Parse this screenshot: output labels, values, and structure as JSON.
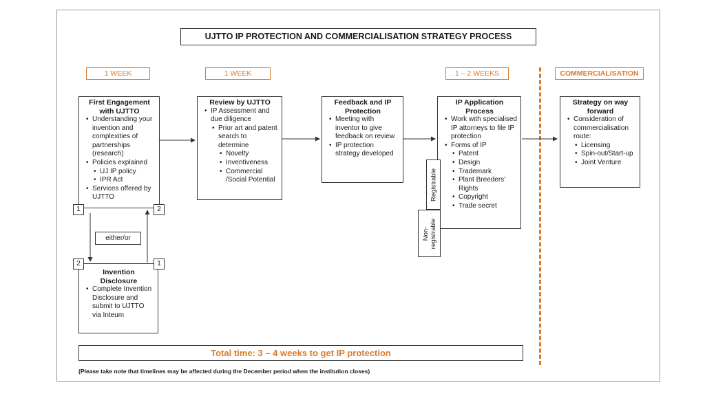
{
  "title": "UJTTO IP PROTECTION AND COMMERCIALISATION STRATEGY PROCESS",
  "timelines": {
    "week1": "1 WEEK",
    "week2": "1 WEEK",
    "weeks12": "1 – 2 WEEKS",
    "commercialisation": "COMMERCIALISATION"
  },
  "first_engagement": {
    "title": "First Engagement with UJTTO",
    "items": [
      "Understanding your invention and complexities of partnerships (research)",
      "Policies explained",
      "Services offered by UJTTO"
    ],
    "sub_items": [
      "UJ IP policy",
      "IPR Act"
    ]
  },
  "review": {
    "title": "Review by UJTTO",
    "item1": "IP Assessment and due diligence",
    "item2": "Prior art and patent search to determine",
    "criteria": [
      "Novelty",
      "Inventiveness",
      "Commercial /Social Potential"
    ]
  },
  "feedback": {
    "title": "Feedback and IP Protection",
    "items": [
      "Meeting with inventor to give feedback on review",
      "IP protection strategy developed"
    ]
  },
  "ip_application": {
    "title": "IP Application Process",
    "items": [
      "Work with specialised IP attorneys to file IP protection",
      "Forms of IP"
    ],
    "forms": [
      "Patent",
      "Design",
      "Trademark",
      "Plant Breeders' Rights",
      "Copyright",
      "Trade secret"
    ],
    "registrable": "Registrable",
    "non_registrable": "Non-registrable"
  },
  "strategy": {
    "title": "Strategy on way forward",
    "item": "Consideration of commercialisation route:",
    "routes": [
      "Licensing",
      "Spin-out/Start-up",
      "Joint Venture"
    ]
  },
  "invention_disclosure": {
    "title": "Invention Disclosure",
    "item": "Complete Invention Disclosure and submit to UJTTO via Inteum"
  },
  "either_or": "either/or",
  "markers": {
    "one": "1",
    "two": "2"
  },
  "total_time": "Total time: 3 – 4 weeks to get IP protection",
  "note": "(Please take note that timelines may be affected during the December period when the institution closes)",
  "colors": {
    "accent": "#d97a2b",
    "border": "#333333"
  }
}
